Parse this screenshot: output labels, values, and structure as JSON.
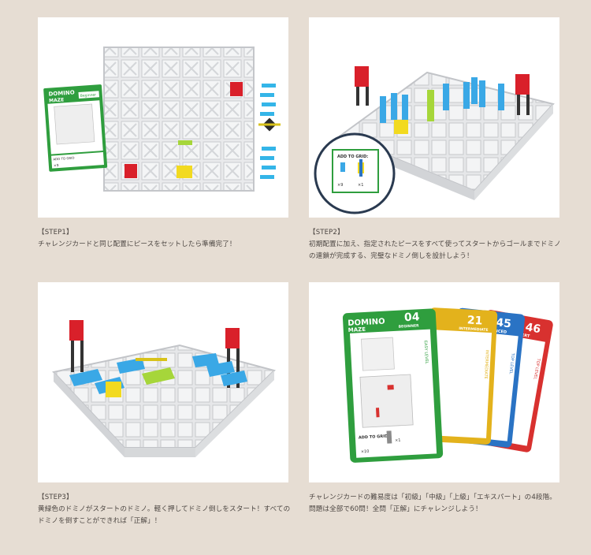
{
  "panels": [
    {
      "step": "【STEP1】",
      "text": "チャレンジカードと同じ配置にピースをセットしたら準備完了！",
      "card_title_line1": "DOMINO",
      "card_title_line2": "MAZE",
      "card_badge": "Beginner",
      "card_footer": "ADD TO GRID",
      "card_count": "×9"
    },
    {
      "step": "【STEP2】",
      "text": "初期配置に加え、指定されたピースをすべて使ってスタートからゴールまでドミノの連鎖が完成する、完璧なドミノ倒しを設計しよう！",
      "inset_label": "ADD TO GRID:",
      "inset_count_a": "×9",
      "inset_count_b": "×1"
    },
    {
      "step": "【STEP3】",
      "text": "黄緑色のドミノがスタートのドミノ。軽く押してドミノ倒しをスタート！すべてのドミノを倒すことができれば「正解」！"
    },
    {
      "step": "",
      "text": "チャレンジカードの難易度は「初級」「中級」「上級」「エキスパート」の4段階。問題は全部で60問！全問「正解」にチャレンジしよう！",
      "cards": [
        {
          "number": "04",
          "level": "BEGINNER",
          "side": "EASY LEVEL",
          "color": "#2f9e3e"
        },
        {
          "number": "21",
          "level": "INTERMEDIATE",
          "side": "INTERMEDIATE",
          "color": "#e3b21c"
        },
        {
          "number": "45",
          "level": "ADVANCED",
          "side": "TOP LEVEL",
          "color": "#2a73c4"
        },
        {
          "number": "46",
          "level": "EXPERT",
          "side": "TOP LEVEL",
          "color": "#d8312f"
        }
      ],
      "card_title_line1": "DOMINO",
      "card_title_line2": "MAZE",
      "card_footer": "ADD TO GRID:",
      "card_count_a": "×1",
      "card_count_b": "×10"
    }
  ]
}
